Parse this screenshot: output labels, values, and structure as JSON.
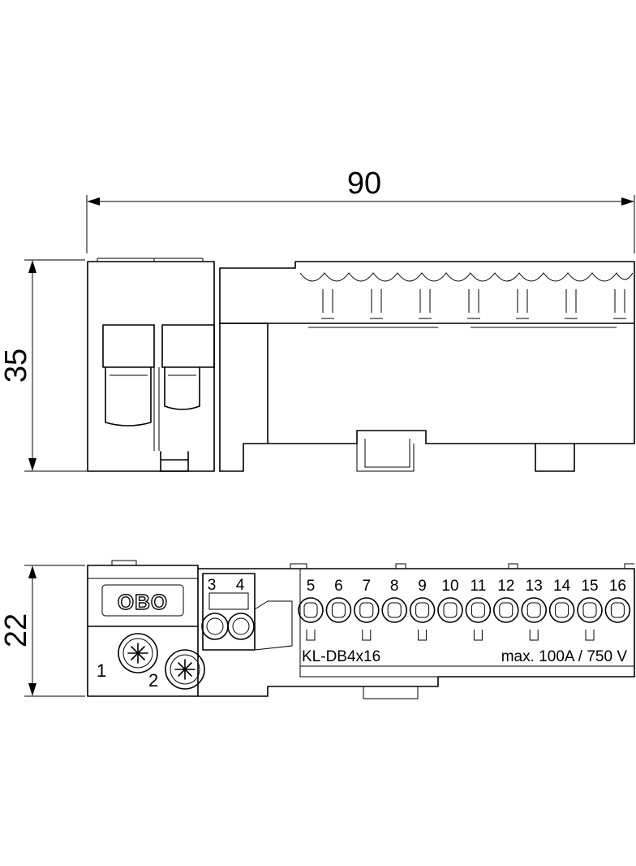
{
  "dimensions": {
    "width": "90",
    "height": "35",
    "depth": "22"
  },
  "brand": "OBO",
  "model": "KL-DB4x16",
  "rating": "max. 100A / 750 V",
  "main_terminals": [
    "1",
    "2"
  ],
  "small_terminals": [
    "3",
    "4"
  ],
  "bar_terminals": [
    "5",
    "6",
    "7",
    "8",
    "9",
    "10",
    "11",
    "12",
    "13",
    "14",
    "15",
    "16"
  ],
  "colors": {
    "line": "#000000",
    "background": "#ffffff"
  }
}
